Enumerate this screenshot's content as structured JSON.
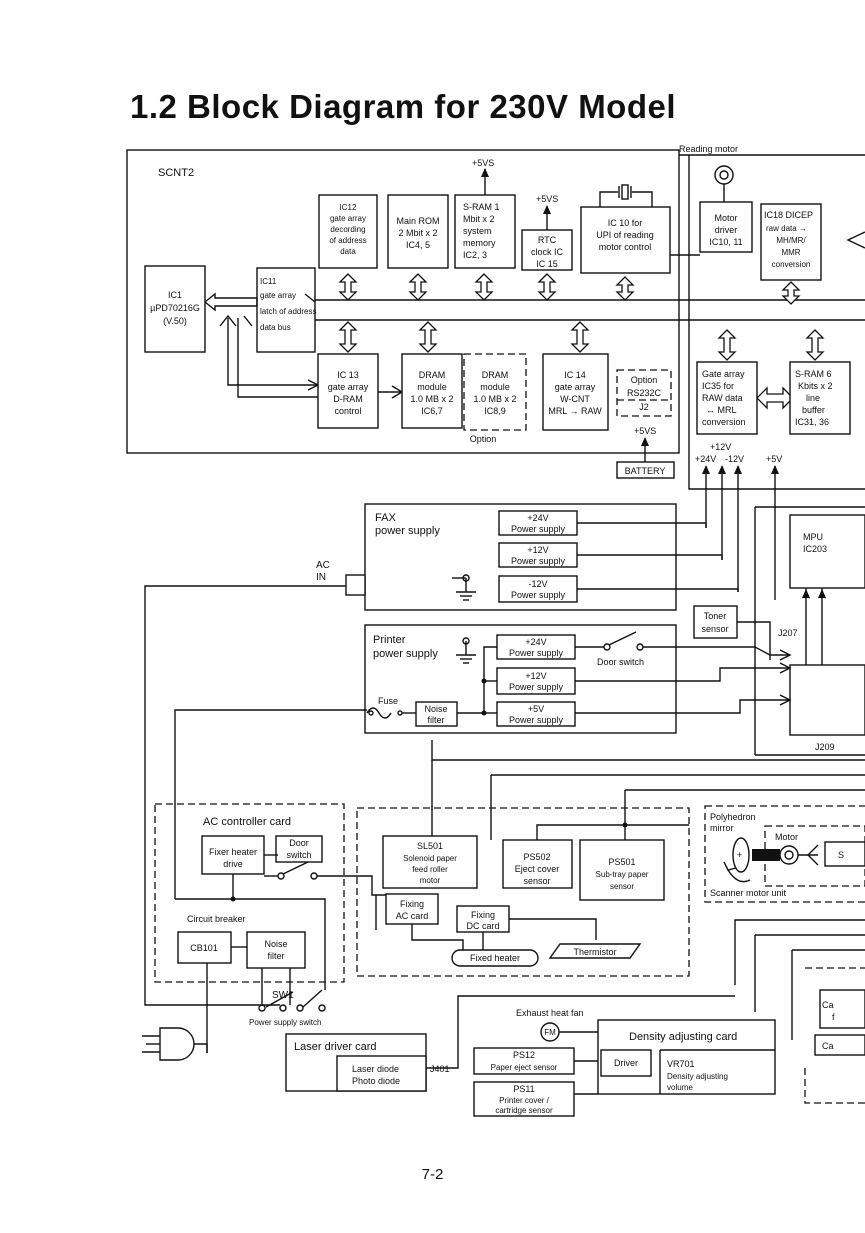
{
  "title": "1.2  Block Diagram for 230V Model",
  "page_number": "7-2",
  "labels": {
    "scnt2": "SCNT2",
    "p5vs_top": "+5VS",
    "p5vs_rtc": "+5VS",
    "p5vs_batt": "+5VS",
    "reading_motor": "Reading motor",
    "ic1": [
      "IC1",
      "µPD70216G",
      "(V.50)"
    ],
    "ic12": [
      "IC12",
      "gate array",
      "decording",
      "of address",
      "data"
    ],
    "main_rom": [
      "Main ROM",
      "2 Mbit x 2",
      "IC4, 5"
    ],
    "sram1": [
      "S-RAM 1",
      "Mbit x 2",
      "system",
      "memory",
      "IC2, 3"
    ],
    "rtc": [
      "RTC",
      "clock IC",
      "IC 15"
    ],
    "ic10": [
      "IC 10 for",
      "UPI of reading",
      "motor control"
    ],
    "motor_driver": [
      "Motor",
      "driver",
      "IC10, 11"
    ],
    "ic18": [
      "IC18 DICEP",
      "raw data →",
      "MH/MR/",
      "MMR",
      "conversion"
    ],
    "ic11": [
      "IC11",
      "gate array",
      "latch of address",
      "data bus"
    ],
    "ic13": [
      "IC 13",
      "gate array",
      "D-RAM",
      "control"
    ],
    "dram1": [
      "DRAM",
      "module",
      "1.0 MB x 2",
      "IC6,7"
    ],
    "dram2": [
      "DRAM",
      "module",
      "1.0 MB x 2",
      "IC8,9"
    ],
    "option": "Option",
    "ic14": [
      "IC 14",
      "gate array",
      "W-CNT",
      "MRL → RAW"
    ],
    "option_rs": [
      "Option",
      "RS232C",
      "J2"
    ],
    "gate35": [
      "Gate array",
      "IC35 for",
      "RAW data",
      "↔ MRL",
      "conversion"
    ],
    "sram6": [
      "S-RAM 6",
      "Kbits x 2",
      "line",
      "buffer",
      "IC31, 36"
    ],
    "battery": "BATTERY",
    "v12": "+12V",
    "v24": "+24V",
    "vm12": "-12V",
    "v5": "+5V",
    "fax_ps": [
      "FAX",
      "power supply"
    ],
    "fax_24": [
      "+24V",
      "Power supply"
    ],
    "fax_12": [
      "+12V",
      "Power supply"
    ],
    "fax_m12": [
      "-12V",
      "Power supply"
    ],
    "ac_in": [
      "AC",
      "IN"
    ],
    "mpu": [
      "MPU",
      "IC203"
    ],
    "toner": [
      "Toner",
      "sensor"
    ],
    "j207": "J207",
    "j209": "J209",
    "printer_ps": [
      "Printer",
      "power supply"
    ],
    "pr_24": [
      "+24V",
      "Power supply"
    ],
    "pr_12": [
      "+12V",
      "Power supply"
    ],
    "pr_5": [
      "+5V",
      "Power supply"
    ],
    "door_switch": "Door switch",
    "fuse": "Fuse",
    "noise_filter": [
      "Noise",
      "filter"
    ],
    "ac_controller": "AC controller card",
    "fixer_heater": [
      "Fixer heater",
      "drive"
    ],
    "door_sw": [
      "Door",
      "switch"
    ],
    "circuit_breaker": "Circuit breaker",
    "cb101": "CB101",
    "noise_filter2": [
      "Noise",
      "filter"
    ],
    "sw1": "SW1",
    "power_sw": "Power supply switch",
    "sl501": [
      "SL501",
      "Solenoid paper",
      "feed roller",
      "motor"
    ],
    "ps502": [
      "PS502",
      "Eject cover",
      "sensor"
    ],
    "ps501": [
      "PS501",
      "Sub-tray paper",
      "sensor"
    ],
    "fixing_ac": [
      "Fixing",
      "AC card"
    ],
    "fixing_dc": [
      "Fixing",
      "DC card"
    ],
    "fixed_heater": "Fixed heater",
    "thermistor": "Thermistor",
    "polyhedron": [
      "Polyhedron",
      "mirror"
    ],
    "motor": "Motor",
    "scanner_motor": "Scanner motor unit",
    "laser_driver": "Laser driver card",
    "laser_diode": [
      "Laser diode",
      "Photo diode"
    ],
    "j401": "J401",
    "exhaust_fan": "Exhaust heat fan",
    "fm": "FM",
    "density_card": "Density adjusting card",
    "driver": "Driver",
    "vr701": [
      "VR701",
      "Density adjusting",
      "volume"
    ],
    "ps12": [
      "PS12",
      "Paper eject sensor"
    ],
    "ps11": [
      "PS11",
      "Printer cover /",
      "cartridge sensor"
    ],
    "ca1": "Ca",
    "ca1b": "f",
    "ca2": "Ca",
    "s_cut": "S"
  }
}
